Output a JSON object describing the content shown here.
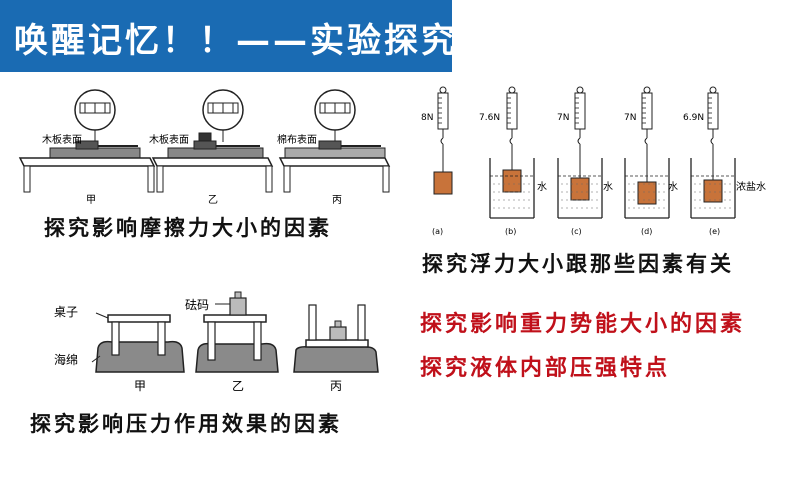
{
  "banner": {
    "title": "唤醒记忆！！——实验探究",
    "color": "#1a6bb3"
  },
  "friction": {
    "labels": [
      "木板表面",
      "木板表面",
      "棉布表面"
    ],
    "names": [
      "甲",
      "乙",
      "丙"
    ],
    "caption": "探究影响摩擦力大小的因素"
  },
  "buoyancy": {
    "readings": [
      "8N",
      "7.6N",
      "7N",
      "7N",
      "6.9N"
    ],
    "panels": [
      "(a)",
      "(b)",
      "(c)",
      "(d)",
      "(e)"
    ],
    "liquids": [
      "水",
      "水",
      "水",
      "浓盐水"
    ],
    "caption": "探究浮力大小跟那些因素有关"
  },
  "pressure": {
    "table_label": "桌子",
    "weight_label": "砝码",
    "sponge_label": "海绵",
    "names": [
      "甲",
      "乙",
      "丙"
    ],
    "caption": "探究影响压力作用效果的因素"
  },
  "red_captions": [
    "探究影响重力势能大小的因素",
    "探究液体内部压强特点"
  ],
  "colors": {
    "accent_red": "#c0101a",
    "block": "#c8733a"
  }
}
